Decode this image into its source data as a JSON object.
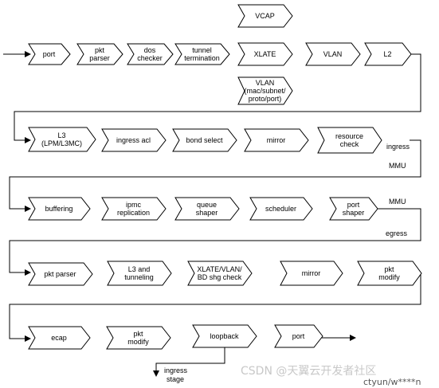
{
  "stages": [
    {
      "id": "port_in",
      "lines": [
        "port"
      ]
    },
    {
      "id": "pkt_parser_1",
      "lines": [
        "pkt",
        "parser"
      ]
    },
    {
      "id": "dos_checker",
      "lines": [
        "dos",
        "checker"
      ]
    },
    {
      "id": "tunnel_term",
      "lines": [
        "tunnel",
        "termination"
      ]
    },
    {
      "id": "vcap",
      "lines": [
        "VCAP"
      ]
    },
    {
      "id": "xlate",
      "lines": [
        "XLATE"
      ]
    },
    {
      "id": "vlan_mac",
      "lines": [
        "VLAN",
        "(mac/subnet/",
        "proto/port)"
      ]
    },
    {
      "id": "vlan",
      "lines": [
        "VLAN"
      ]
    },
    {
      "id": "l2",
      "lines": [
        "L2"
      ]
    },
    {
      "id": "l3",
      "lines": [
        "L3",
        "(LPM/L3MC)"
      ]
    },
    {
      "id": "ingress_acl",
      "lines": [
        "ingress acl"
      ]
    },
    {
      "id": "bond_select",
      "lines": [
        "bond select"
      ]
    },
    {
      "id": "mirror_1",
      "lines": [
        "mirror"
      ]
    },
    {
      "id": "resource_check",
      "lines": [
        "resource",
        "check"
      ]
    },
    {
      "id": "buffering",
      "lines": [
        "buffering"
      ]
    },
    {
      "id": "ipmc_repl",
      "lines": [
        "ipmc",
        "replication"
      ]
    },
    {
      "id": "queue_shaper",
      "lines": [
        "queue",
        "shaper"
      ]
    },
    {
      "id": "scheduler",
      "lines": [
        "scheduler"
      ]
    },
    {
      "id": "port_shaper",
      "lines": [
        "port",
        "shaper"
      ]
    },
    {
      "id": "pkt_parser_2",
      "lines": [
        "pkt parser"
      ]
    },
    {
      "id": "l3_tunneling",
      "lines": [
        "L3 and",
        "tunneling"
      ]
    },
    {
      "id": "xlate_vlan_bd",
      "lines": [
        "XLATE/VLAN/",
        "BD shg check"
      ]
    },
    {
      "id": "mirror_2",
      "lines": [
        "mirror"
      ]
    },
    {
      "id": "pkt_modify_1",
      "lines": [
        "pkt",
        "modify"
      ]
    },
    {
      "id": "ecap",
      "lines": [
        "ecap"
      ]
    },
    {
      "id": "pkt_modify_2",
      "lines": [
        "pkt",
        "modify"
      ]
    },
    {
      "id": "loopback",
      "lines": [
        "loopback"
      ]
    },
    {
      "id": "port_out",
      "lines": [
        "port"
      ]
    }
  ],
  "labels": {
    "ingress": "ingress",
    "mmu_1": "MMU",
    "mmu_2": "MMU",
    "egress": "egress",
    "ingress_stage": [
      "ingress",
      "stage"
    ]
  },
  "watermark": {
    "brand": "CSDN @天翼云开发者社区",
    "user": "ctyun/w****n"
  }
}
